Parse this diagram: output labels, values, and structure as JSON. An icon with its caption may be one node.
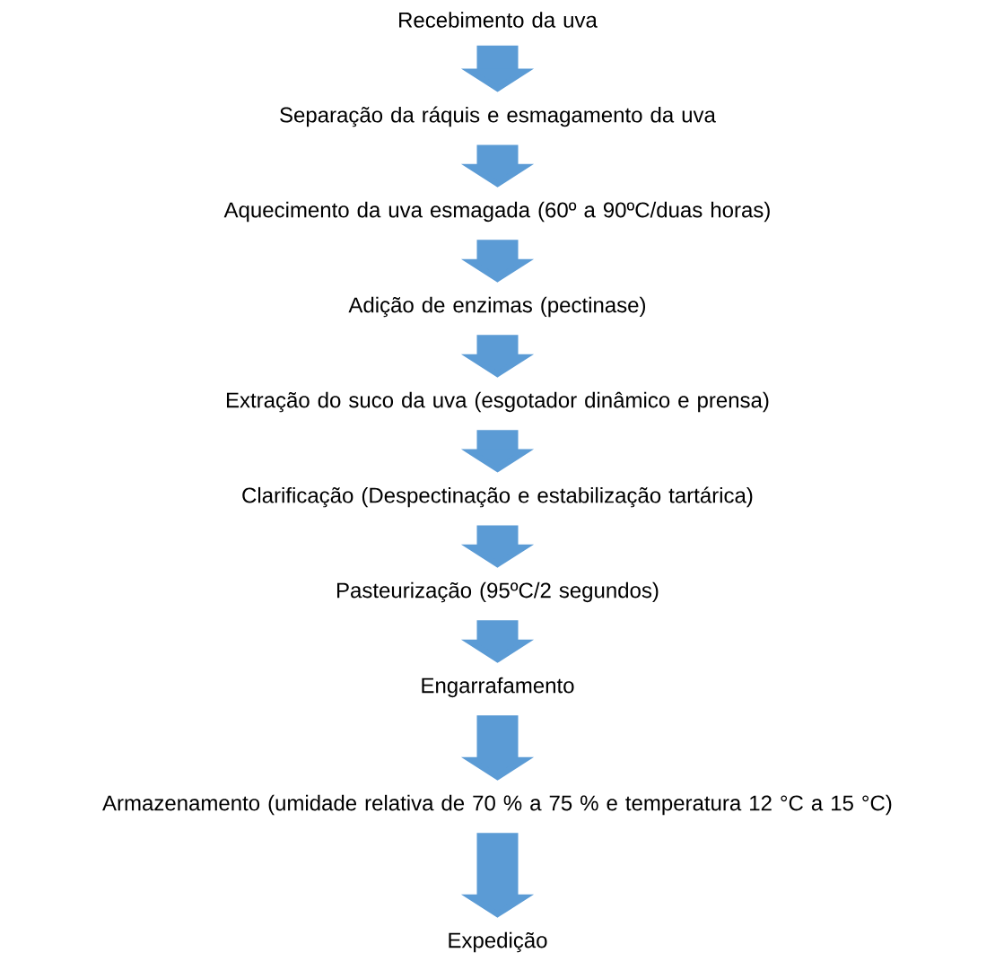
{
  "diagram": {
    "nodes": [
      {
        "text": [
          "Recebimento da uva"
        ]
      },
      {
        "text": [
          "Separação da ráquis e esmagamento da uva"
        ]
      },
      {
        "text": [
          "Aquecimento da uva esmagada (60º a 90ºC/duas horas)"
        ]
      },
      {
        "text": [
          "Adição de enzimas (pectinase)"
        ]
      },
      {
        "text": [
          "Extração do suco da uva (esgotador dinâmico e prensa)"
        ]
      },
      {
        "text": [
          "Clarificação (Despectinação e estabilização tartárica)"
        ]
      },
      {
        "text": [
          "Pasteurização (95ºC/2 segundos)"
        ]
      },
      {
        "text": [
          "Engarrafamento"
        ]
      },
      {
        "text": [
          "Armazenamento (umidade relativa de 70 % a 75 % e temperatura 12 °C a 15 °C)"
        ]
      },
      {
        "text": [
          "Expedição"
        ]
      }
    ],
    "edges": [
      {
        "from": 0,
        "to": 1,
        "arrow": "to"
      },
      {
        "from": 1,
        "to": 2,
        "arrow": "to"
      },
      {
        "from": 2,
        "to": 3,
        "arrow": "to"
      },
      {
        "from": 3,
        "to": 4,
        "arrow": "to"
      },
      {
        "from": 4,
        "to": 5,
        "arrow": "to"
      },
      {
        "from": 5,
        "to": 6,
        "arrow": "to"
      },
      {
        "from": 6,
        "to": 7,
        "arrow": "to"
      },
      {
        "from": 7,
        "to": 8,
        "arrow": "to"
      },
      {
        "from": 8,
        "to": 9,
        "arrow": "to"
      }
    ]
  }
}
